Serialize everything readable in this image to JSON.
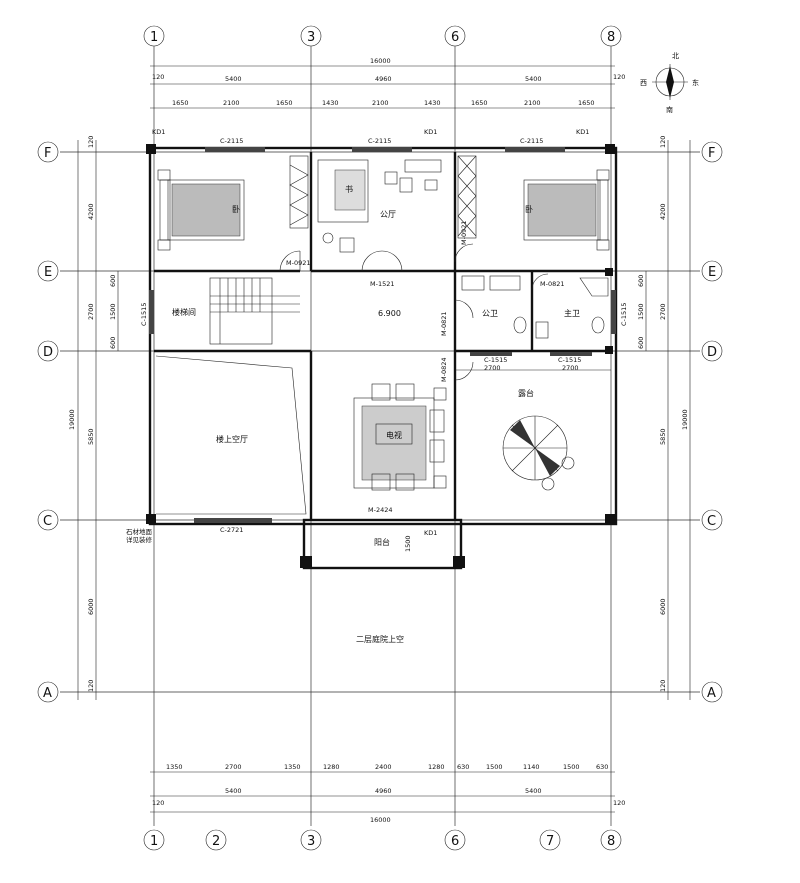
{
  "compass": {
    "north": "北",
    "east": "东",
    "south": "南",
    "west": "西"
  },
  "axes": {
    "vertical_labels": [
      "1",
      "2",
      "3",
      "6",
      "7",
      "8"
    ],
    "horizontal_labels": [
      "F",
      "E",
      "D",
      "C",
      "A"
    ]
  },
  "dimensions": {
    "top_total": "16000",
    "top_edge_left": "120",
    "top_edge_right": "120",
    "top_mid": [
      "5400",
      "4960",
      "5400"
    ],
    "top_detail": [
      "1650",
      "2100",
      "1650",
      "1430",
      "2100",
      "1430",
      "1650",
      "2100",
      "1650"
    ],
    "bottom_detail": [
      "1350",
      "2700",
      "1350",
      "1280",
      "2400",
      "1280",
      "630",
      "1500",
      "1140",
      "1500",
      "630"
    ],
    "bottom_mid": [
      "5400",
      "4960",
      "5400"
    ],
    "bottom_edge_left": "120",
    "bottom_edge_right": "120",
    "bottom_total": "16000",
    "side_total": "19000",
    "side_mid": [
      "4200",
      "2700",
      "5850",
      "6000"
    ],
    "side_small_top": "120",
    "side_small_bottom": "120",
    "side_detail": [
      "600",
      "1500",
      "600"
    ],
    "internal": [
      "2700",
      "2700",
      "1500"
    ]
  },
  "windows": {
    "top_left": "C-2115",
    "top_mid": "C-2115",
    "top_right": "C-2115",
    "left_stair": "C-1515",
    "right_bath": "C-1515",
    "bath_left": "C-1515",
    "bath_right": "C-1515",
    "bottom_left": "C-2721"
  },
  "doors": {
    "bed_left": "M-0921",
    "stair_hall": "M-1521",
    "bed_right": "M-0921",
    "bath_a": "M-0821",
    "bath_b": "M-0824",
    "bath_c": "M-0821",
    "balcony": "M-2424"
  },
  "markers": [
    "KD1",
    "KD1",
    "KD1",
    "KD1"
  ],
  "rooms": {
    "bed_left": "卧",
    "study": "书",
    "sitting": "公厅",
    "bed_right": "卧",
    "stair": "楼梯间",
    "hall_level": "6.900",
    "bath_public": "公卫",
    "bath_master": "主卫",
    "void": "楼上空厅",
    "tv": "电视",
    "terrace": "露台",
    "balcony": "阳台",
    "courtyard": "二层庭院上空",
    "floor_note_a": "石材地面",
    "floor_note_b": "详见装修"
  },
  "colors": {
    "ink": "#111111",
    "accent": "#d8c200"
  }
}
